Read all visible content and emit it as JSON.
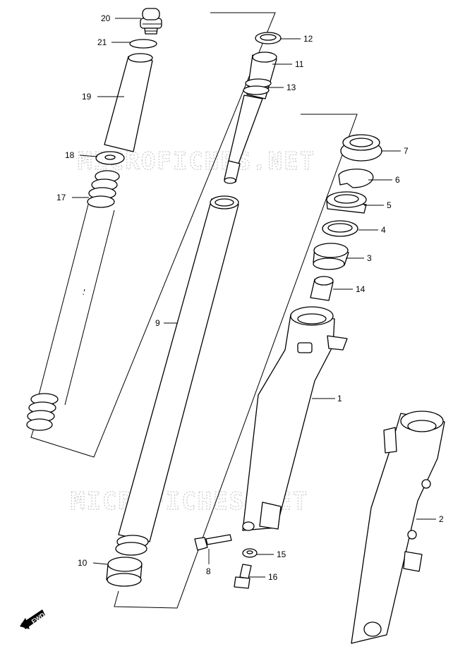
{
  "watermark": "MICROFICHES.NET",
  "fwd_label": "FWD",
  "callouts": {
    "p1": "1",
    "p2": "2",
    "p3": "3",
    "p4": "4",
    "p5": "5",
    "p6": "6",
    "p7": "7",
    "p8": "8",
    "p9": "9",
    "p10": "10",
    "p11": "11",
    "p12": "12",
    "p13": "13",
    "p14": "14",
    "p15": "15",
    "p16": "16",
    "p17": "17",
    "p18": "18",
    "p19": "19",
    "p20": "20",
    "p21": "21"
  }
}
